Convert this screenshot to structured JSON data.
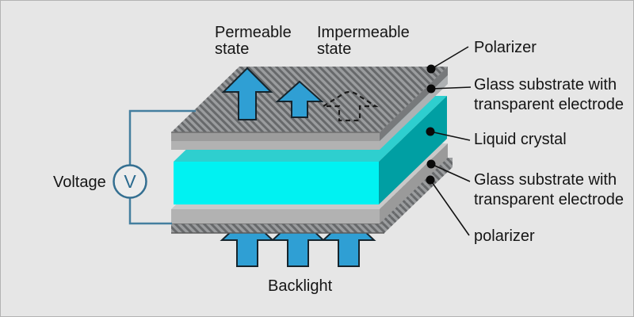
{
  "diagram": {
    "title_context": "LCD layer structure",
    "states": {
      "permeable_line1": "Permeable",
      "permeable_line2": "state",
      "impermeable_line1": "Impermeable",
      "impermeable_line2": "state"
    },
    "layer_labels": {
      "polarizer_top": "Polarizer",
      "glass_top_line1": "Glass substrate with",
      "glass_top_line2": "transparent electrode",
      "liquid_crystal": "Liquid crystal",
      "glass_bottom_line1": "Glass substrate with",
      "glass_bottom_line2": "transparent electrode",
      "polarizer_bottom": "polarizer"
    },
    "circuit": {
      "voltage_label": "Voltage",
      "voltmeter_symbol": "V"
    },
    "backlight_label": "Backlight",
    "colors": {
      "background": "#e6e6e6",
      "arrow_blue": "#2f9fd4",
      "arrow_outline": "#16242c",
      "liquid_crystal_front": "#00f2f2",
      "liquid_crystal_top": "#2ecfcf",
      "liquid_crystal_side": "#009fa3",
      "glass_front": "#b2b2b2",
      "glass_top": "#c9c9c9",
      "wire_blue": "#447f9f",
      "leader_black": "#111111",
      "label_text": "#151515"
    }
  }
}
